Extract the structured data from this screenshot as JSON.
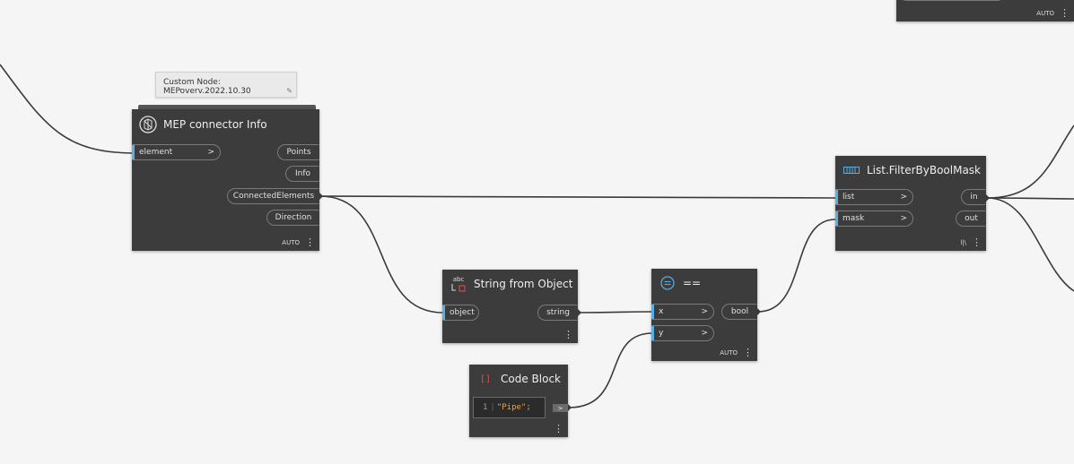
{
  "tooltip": {
    "text": "Custom Node: MEPoverv.2022.10.30"
  },
  "nodes": {
    "mep_connector": {
      "title": "MEP connector Info",
      "inputs": [
        {
          "label": "element",
          "arrow": ">"
        }
      ],
      "outputs": [
        "Points",
        "Info",
        "ConnectedElements",
        "Direction"
      ],
      "lacing": "AUTO"
    },
    "filter": {
      "title": "List.FilterByBoolMask",
      "inputs": [
        {
          "label": "list",
          "arrow": ">"
        },
        {
          "label": "mask",
          "arrow": ">"
        }
      ],
      "outputs": [
        "in",
        "out"
      ],
      "lacing": "l|\\"
    },
    "string_from_object": {
      "title": "String from Object",
      "icon_text": "abc",
      "inputs": [
        {
          "label": "object"
        }
      ],
      "outputs": [
        "string"
      ]
    },
    "equals": {
      "title": "==",
      "icon_text": "==",
      "inputs": [
        {
          "label": "x",
          "arrow": ">"
        },
        {
          "label": "y",
          "arrow": ">"
        }
      ],
      "outputs": [
        "bool"
      ],
      "lacing": "AUTO"
    },
    "code_block": {
      "title": "Code Block",
      "line_number": "1",
      "code": "\"Pipe\";",
      "output_arrow": ">"
    },
    "topright": {
      "lacing": "AUTO"
    }
  },
  "colors": {
    "canvas": "#f5f5f5",
    "node_body": "#3c3c3c",
    "port_accent": "#5aaee0",
    "wire": "#3a3a3a",
    "code_string": "#e2a35a",
    "code_block_icon": "#d9534f"
  }
}
